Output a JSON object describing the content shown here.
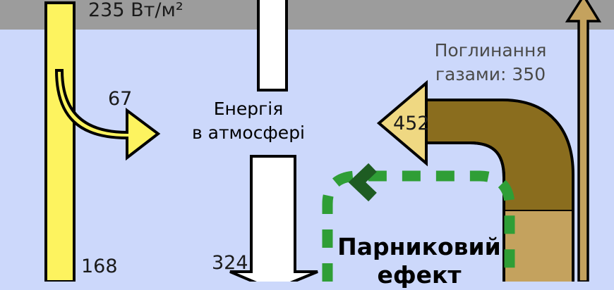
{
  "diagram": {
    "title_semantic": "earth-energy-budget-greenhouse-effect",
    "language": "uk",
    "colors": {
      "space_band": "#9c9c9c",
      "atmosphere": "#ccd8fb",
      "solar_yellow": "#fdf35f",
      "arrow_tan": "#efd882",
      "brown_dark": "#8a6d1e",
      "brown_light": "#c4a25e",
      "green_dash": "#2f9e36",
      "green_arrow": "#1e5c22",
      "white_beam": "#ffffff",
      "outline": "#000000",
      "gas_text": "#4a4a48"
    },
    "units_label": "235 Вт/м²",
    "labels": {
      "solar_reflected_67": "67",
      "solar_surface_168": "168",
      "atmosphere_energy_line1": "Енергія",
      "atmosphere_energy_line2": "в атмосфері",
      "absorption_line1": "Поглинання",
      "absorption_line2": "газами: 350",
      "back_radiation_452": "452",
      "downwelling_324": "324",
      "greenhouse_line1": "Парниковий",
      "greenhouse_line2": "ефект"
    },
    "flows": [
      {
        "name": "incoming-solar",
        "value": "235 Вт/м²",
        "color": "#fdf35f",
        "direction": "down"
      },
      {
        "name": "solar-absorbed-by-atmosphere",
        "value": "67",
        "color": "#fdf35f",
        "direction": "right"
      },
      {
        "name": "solar-absorbed-by-surface",
        "value": "168",
        "color": "#fdf35f",
        "direction": "down"
      },
      {
        "name": "absorbed-by-greenhouse-gases",
        "value": "350",
        "color": "#8a6d1e",
        "direction": "up-curve"
      },
      {
        "name": "back-radiation-to-atmosphere",
        "value": "452",
        "color": "#efd882",
        "direction": "left"
      },
      {
        "name": "back-radiation-to-surface",
        "value": "324",
        "color": "#ffffff",
        "direction": "down"
      }
    ]
  }
}
